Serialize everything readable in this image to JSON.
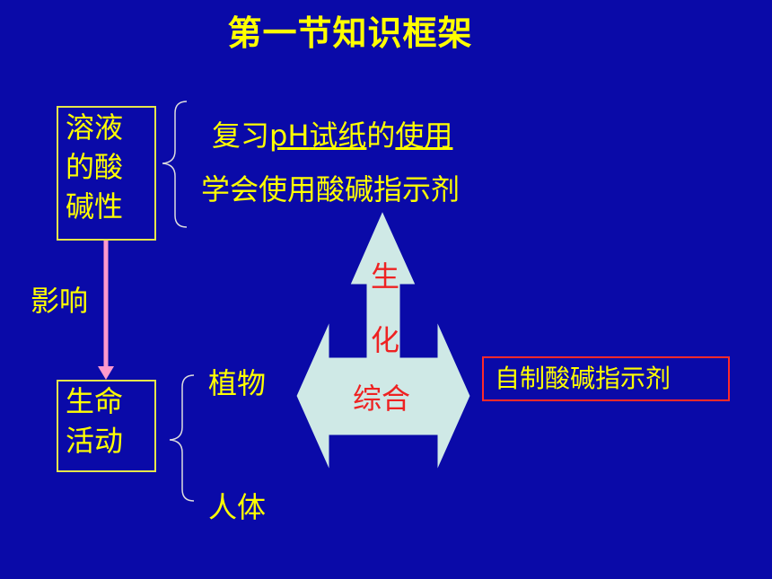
{
  "title": "第一节知识框架",
  "acid_box": [
    "溶液",
    "的酸",
    "碱性"
  ],
  "life_box": [
    "生命",
    "活动"
  ],
  "influence": "影响",
  "acid_items": {
    "line1_a": "复习",
    "line1_b": "pH",
    "line1_c": "试纸",
    "line1_d": "的",
    "line1_e": "使用",
    "line2": "学会使用酸碱指示剂"
  },
  "life_items": [
    "植物",
    "人体"
  ],
  "arrow_chars": [
    "生",
    "化",
    "综合"
  ],
  "red_box": "自制酸碱指示剂",
  "colors": {
    "background": "#0a0aa8",
    "text_yellow": "#ffff00",
    "text_red": "#ee2222",
    "arrow_fill": "#cfe9e6",
    "link_pink": "#ff99cc"
  }
}
